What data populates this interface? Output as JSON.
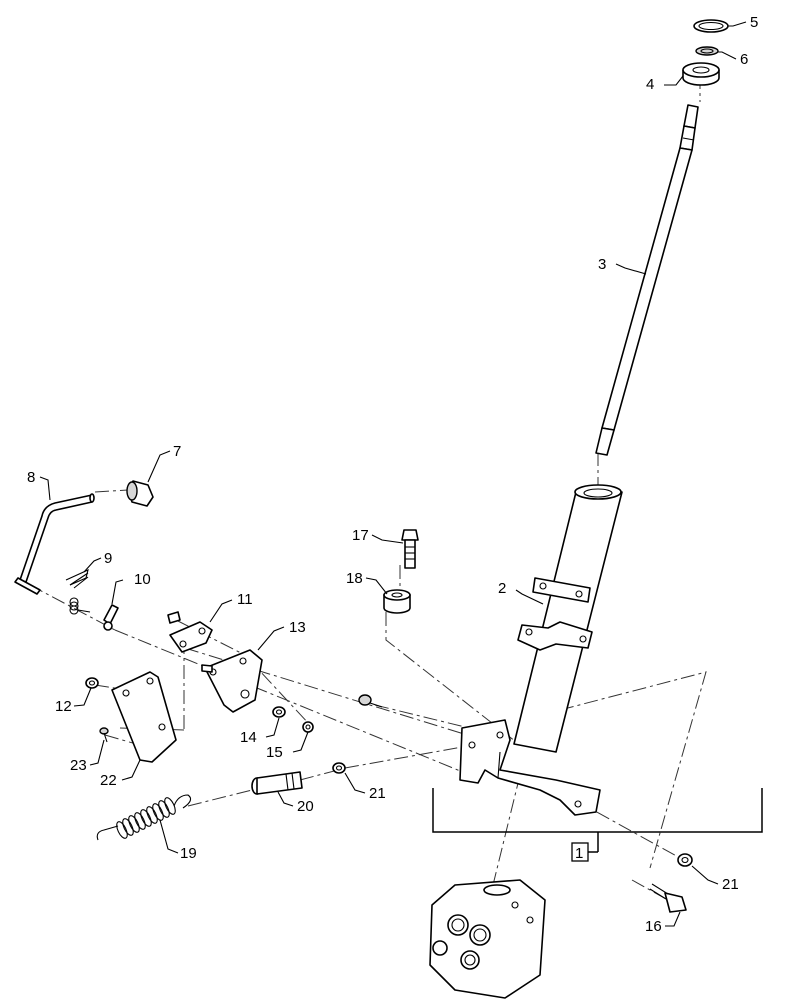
{
  "callouts": [
    {
      "id": "c1",
      "label": "1"
    },
    {
      "id": "c2",
      "label": "2"
    },
    {
      "id": "c3",
      "label": "3"
    },
    {
      "id": "c4",
      "label": "4"
    },
    {
      "id": "c5",
      "label": "5"
    },
    {
      "id": "c6",
      "label": "6"
    },
    {
      "id": "c7",
      "label": "7"
    },
    {
      "id": "c8",
      "label": "8"
    },
    {
      "id": "c9",
      "label": "9"
    },
    {
      "id": "c10",
      "label": "10"
    },
    {
      "id": "c11",
      "label": "11"
    },
    {
      "id": "c12",
      "label": "12"
    },
    {
      "id": "c13",
      "label": "13"
    },
    {
      "id": "c14",
      "label": "14"
    },
    {
      "id": "c15",
      "label": "15"
    },
    {
      "id": "c16",
      "label": "16"
    },
    {
      "id": "c17",
      "label": "17"
    },
    {
      "id": "c18",
      "label": "18"
    },
    {
      "id": "c19",
      "label": "19"
    },
    {
      "id": "c20",
      "label": "20"
    },
    {
      "id": "c21a",
      "label": "21"
    },
    {
      "id": "c21b",
      "label": "21"
    },
    {
      "id": "c22",
      "label": "22"
    },
    {
      "id": "c23",
      "label": "23"
    }
  ]
}
